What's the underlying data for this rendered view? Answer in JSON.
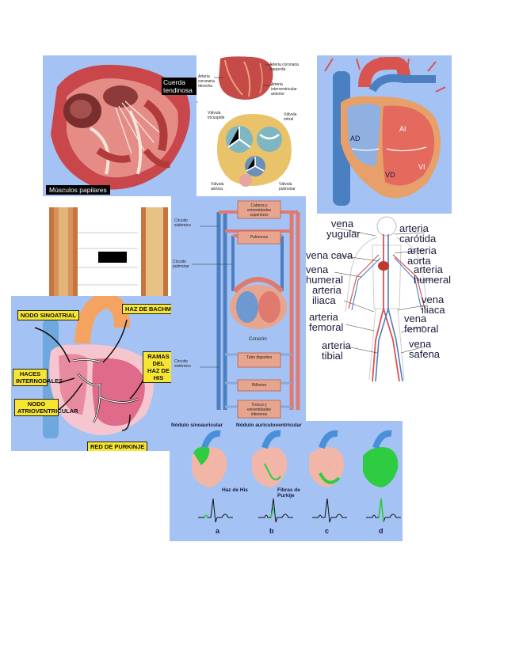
{
  "papillary_panel": {
    "chordae_label": "Cuerda tendinosa",
    "papillary_label": "Músculos papilares"
  },
  "coronary_panel": {
    "left_artery": "Arteria coronaria izquierda",
    "right_artery": "Arteria coronaria derecha",
    "anterior_artery": "Arteria interventricular anterior"
  },
  "valves_panel": {
    "tricuspid": "Válvula tricúspide",
    "mitral": "Válvula mitral",
    "aortic": "Válvula aórtica",
    "pulmonary": "Válvula pulmonar"
  },
  "chambers_panel": {
    "ad": "AD",
    "ai": "AI",
    "vd": "VD",
    "vi": "VI"
  },
  "circulation_panel": {
    "upper_box": "Cabeza y extremidades superiores",
    "lungs_box": "Pulmones",
    "heart_label": "Corazón",
    "digestive_box": "Tubo digestivo",
    "kidneys_box": "Riñones",
    "lower_box": "Tronco y extremidades inferiores",
    "systemic_top": "Circuito sistémico",
    "pulmonary": "Circuito pulmonar",
    "systemic_bottom": "Circuito sistémico"
  },
  "vessels_panel": {
    "vena_yugular": "vena yugular",
    "arteria_carotida": "arteria carótida",
    "vena_cava": "vena cava",
    "arteria_aorta": "arteria aorta",
    "vena_humeral": "vena humeral",
    "arteria_humeral": "arteria humeral",
    "arteria_iliaca": "arteria iliaca",
    "vena_iliaca": "vena iliaca",
    "arteria_femoral": "arteria femoral",
    "vena_femoral": "vena femoral",
    "arteria_tibial": "arteria tibial",
    "vena_safena": "vena safena"
  },
  "conduction_panel": {
    "sinoatrial": "NODO SINOATRIAL",
    "bachman": "HAZ DE BACHMAN",
    "internodal": "HACES INTERNODALES",
    "his_branches": "RAMAS DEL HAZ DE HIS",
    "av_node": "NODO ATRIOVENTRICULAR",
    "purkinje": "RED DE PURKINJE"
  },
  "ecg_panel": {
    "sa_node": "Nódulo sinoauricular",
    "av_node": "Nódulo auriculoventricular",
    "his": "Haz de His",
    "purkinje": "Fibras de Purkije",
    "panels": [
      "a",
      "b",
      "c",
      "d"
    ]
  },
  "colors": {
    "panel_blue": "#a4c2f4",
    "artery_red": "#d9534f",
    "vein_blue": "#4a7fc1",
    "conduction_green": "#2ecc40",
    "label_yellow": "#f6e531"
  }
}
